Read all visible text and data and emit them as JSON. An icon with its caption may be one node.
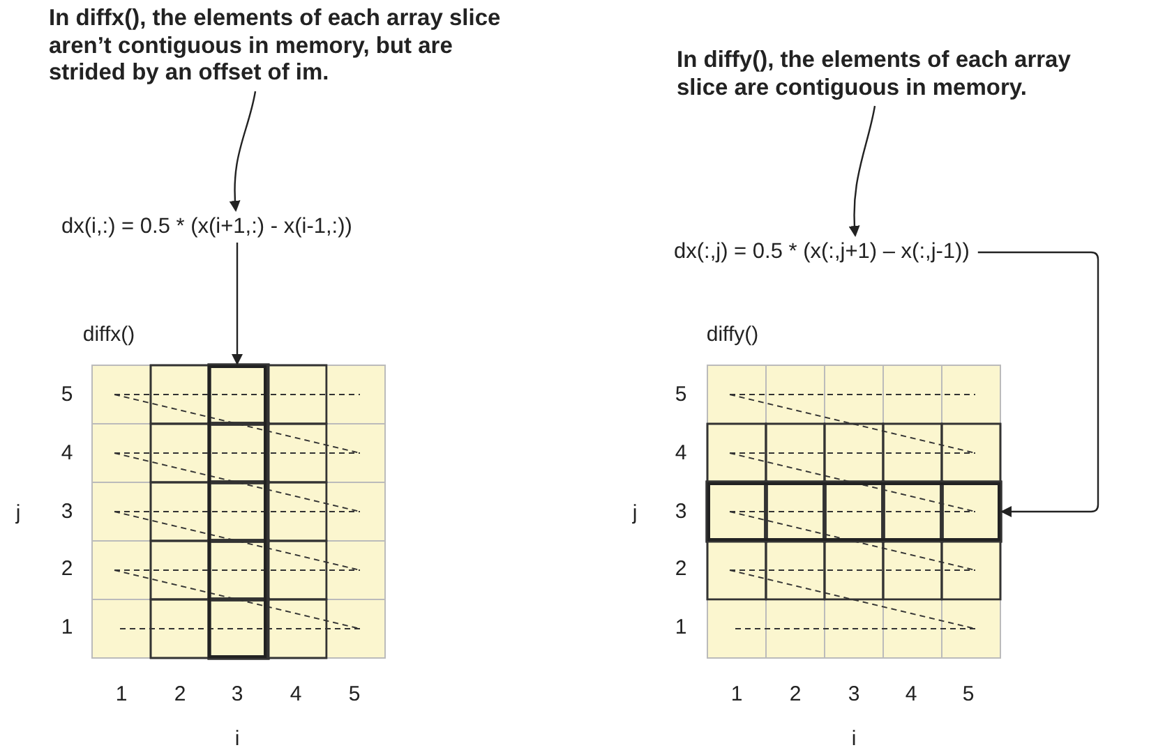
{
  "diagram": {
    "nodes": [
      {
        "text": [
          "In diffx(), the elements of each array slice aren’t contiguous in memory, but are strided by an offset of im."
        ]
      },
      {
        "text": [
          "dx(i,:) = 0.5 * (x(i+1,:) - x(i-1,:))"
        ]
      },
      {
        "text": [],
        "shape": "box"
      },
      {
        "text": [
          "In diffy(), the elements of each array slice are contiguous in memory."
        ]
      },
      {
        "text": [
          "dx(:,j) = 0.5 * (x(:,j+1) – x(:,j-1))"
        ]
      },
      {
        "text": [],
        "shape": "box"
      }
    ],
    "edges": [
      {
        "from": 0,
        "to": 1,
        "arrow": "to"
      },
      {
        "from": 1,
        "to": 2,
        "arrow": "to"
      },
      {
        "from": 3,
        "to": 4,
        "arrow": "to"
      },
      {
        "from": 4,
        "to": 5,
        "arrow": "to"
      }
    ],
    "labels": [
      "diffx()",
      "5",
      "4",
      "3",
      "2",
      "1",
      "j",
      "1",
      "2",
      "3",
      "4",
      "5",
      "i",
      "diffy()",
      "5",
      "4",
      "3",
      "2",
      "1",
      "j",
      "1",
      "2",
      "3",
      "4",
      "5",
      "i"
    ]
  }
}
